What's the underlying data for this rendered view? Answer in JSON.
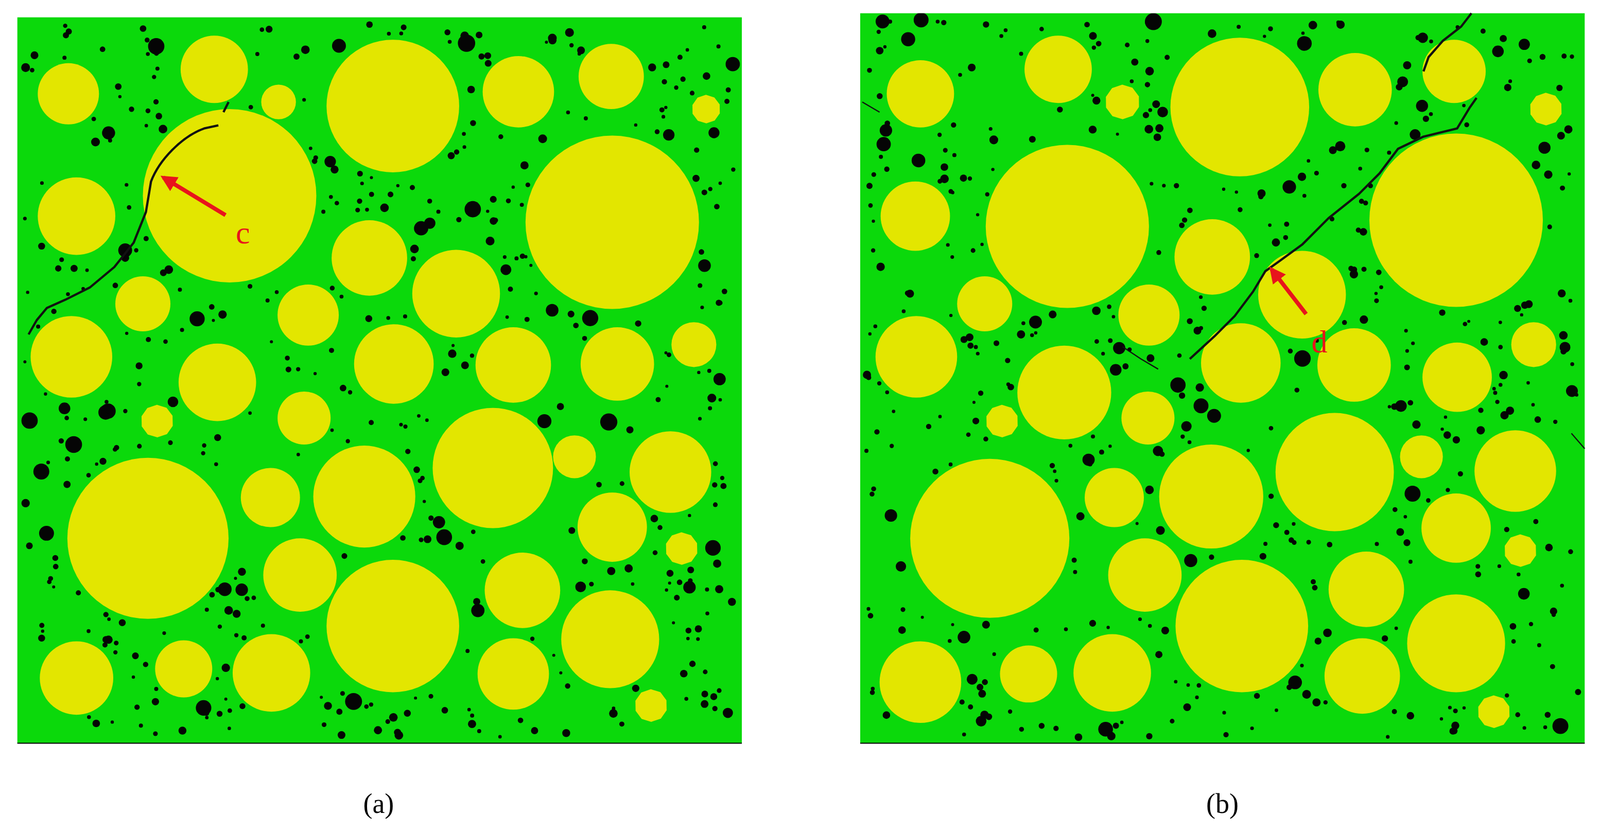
{
  "diagram": {
    "labels": [
      "c",
      "d",
      "(a)",
      "(b)"
    ]
  }
}
